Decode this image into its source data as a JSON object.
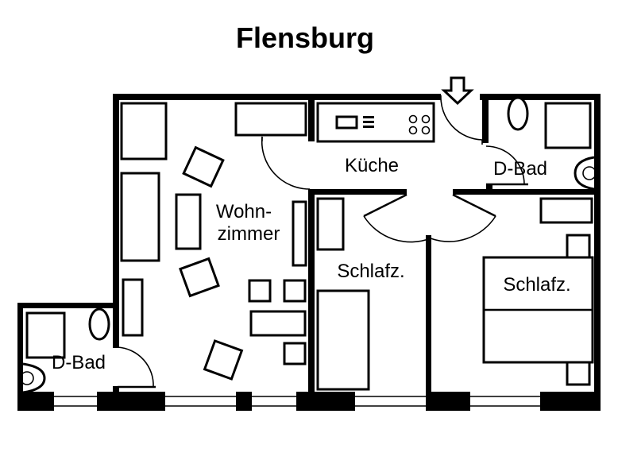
{
  "title": "Flensburg",
  "rooms": {
    "wohnzimmer_line1": "Wohn-",
    "wohnzimmer_line2": "zimmer",
    "kueche": "Küche",
    "bad_right": "D-Bad",
    "bad_left": "D-Bad",
    "schlafz_middle": "Schlafz.",
    "schlafz_right": "Schlafz."
  },
  "colors": {
    "ink": "#000000",
    "background": "#ffffff"
  },
  "icons": {
    "entrance": "down-arrow-icon"
  }
}
